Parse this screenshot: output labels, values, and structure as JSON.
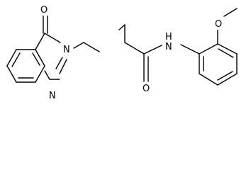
{
  "atoms": {
    "o_carbonyl_ring": "O",
    "n_ring_3": "N",
    "n_ring_1": "N",
    "n_amide": "N",
    "h_amide": "H",
    "o_amide": "O",
    "o_methoxy": "O"
  }
}
